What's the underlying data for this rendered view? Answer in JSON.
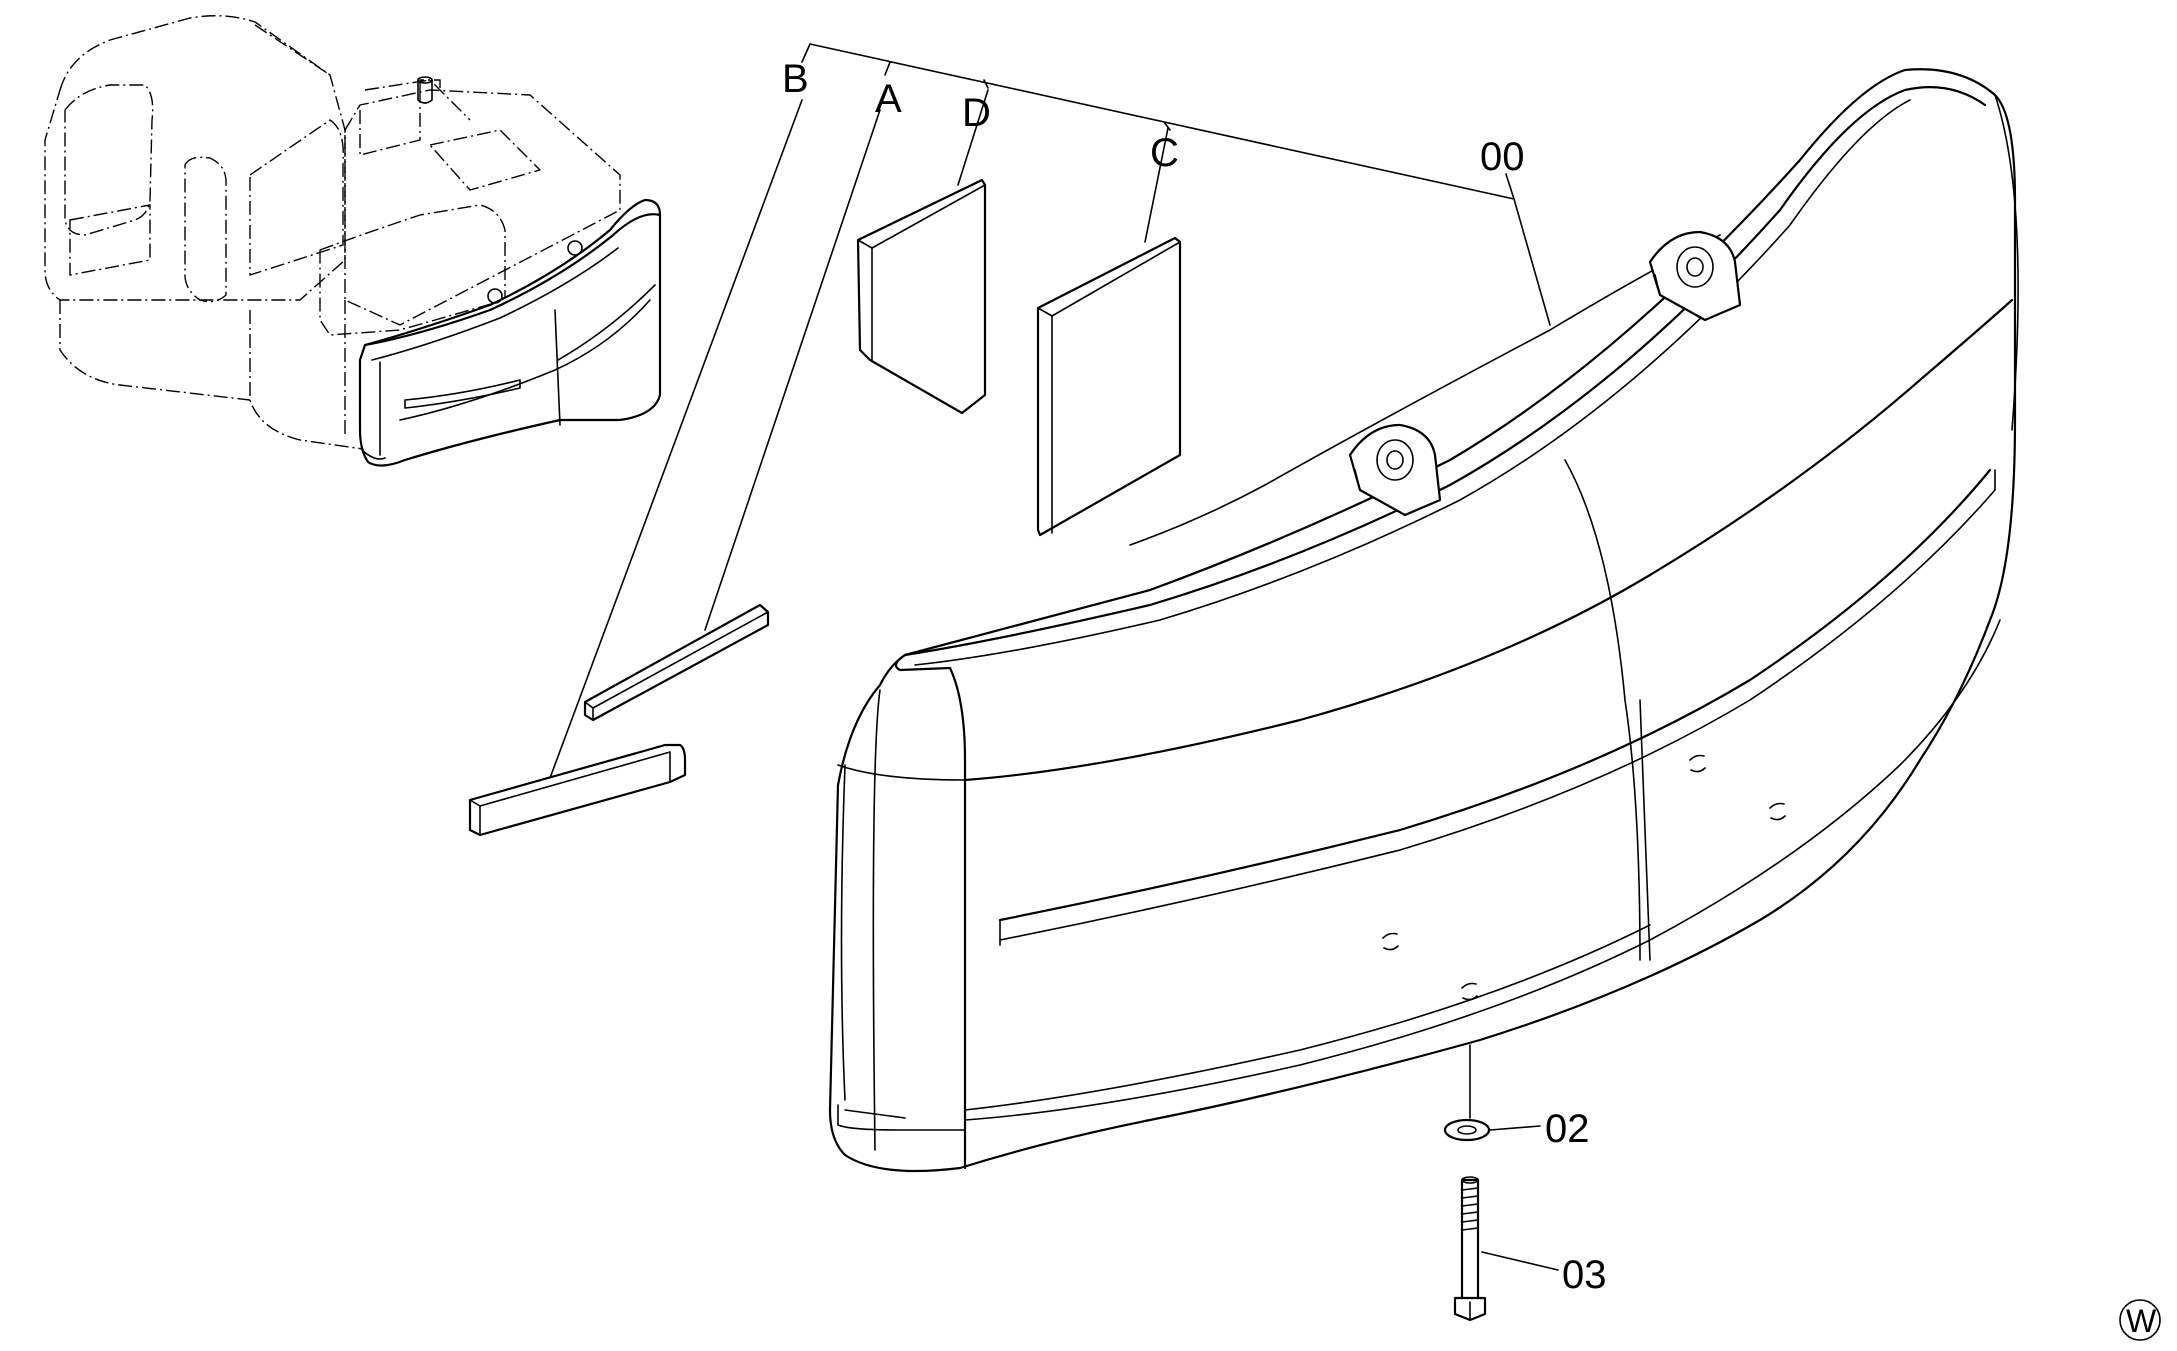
{
  "callouts": {
    "b": "B",
    "a": "A",
    "d": "D",
    "c": "C",
    "p00": "00",
    "p02": "02",
    "p03": "03"
  },
  "corner_mark": "W",
  "icons": {
    "machine": "excavator-overview-icon",
    "mark": "circled-w-icon"
  }
}
